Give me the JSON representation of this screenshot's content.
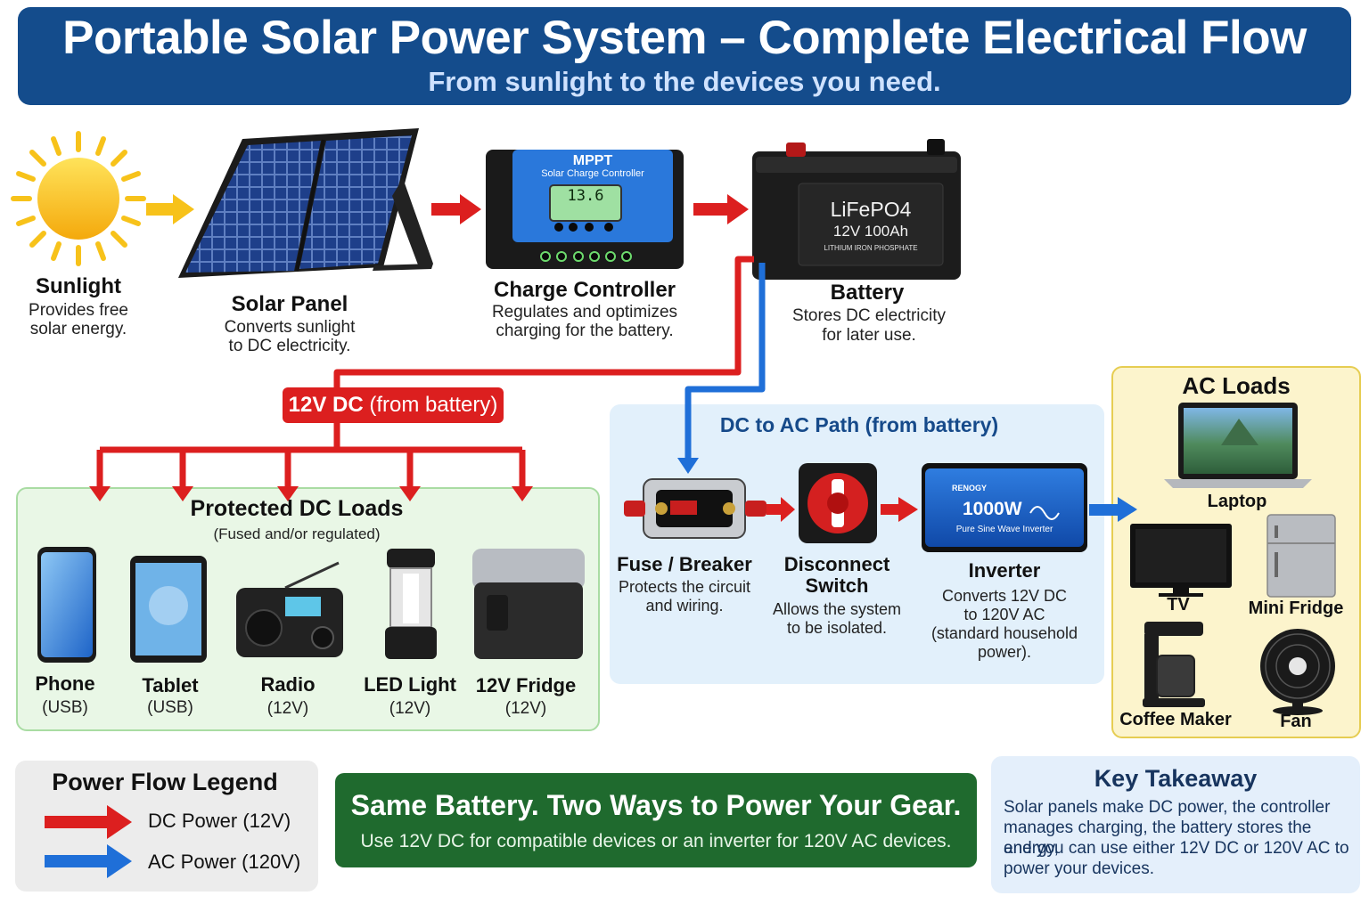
{
  "header": {
    "title": "Portable Solar Power System – Complete Electrical Flow",
    "subtitle": "From sunlight to the devices you need."
  },
  "colors": {
    "header_blue": "#144c8c",
    "dc_red": "#dc1f1f",
    "ac_blue": "#1f6fd8",
    "sun_yellow": "#f7c21a",
    "dc_panel_green": "#e9f7e6",
    "ac_loads_yellow": "#fcf4cc",
    "dark_green": "#1f6a2e"
  },
  "chain": {
    "sunlight": {
      "label": "Sunlight",
      "desc1": "Provides free",
      "desc2": "solar energy."
    },
    "panel": {
      "label": "Solar Panel",
      "desc1": "Converts sunlight",
      "desc2": "to DC electricity."
    },
    "controller": {
      "label": "Charge Controller",
      "desc1": "Regulates and optimizes",
      "desc2": "charging for the battery.",
      "device_title": "MPPT",
      "device_subtitle": "Solar Charge Controller",
      "display": "13.6"
    },
    "battery": {
      "label": "Battery",
      "desc1": "Stores DC electricity",
      "desc2": "for later use.",
      "chem": "LiFePO4",
      "rating": "12V 100Ah",
      "subtext": "LITHIUM IRON PHOSPHATE"
    }
  },
  "dc_branch": {
    "pill_bold": "12V DC",
    "pill_rest": "(from battery)",
    "title": "Protected DC Loads",
    "subtitle": "(Fused and/or regulated)",
    "devices": [
      {
        "name": "Phone",
        "spec": "(USB)"
      },
      {
        "name": "Tablet",
        "spec": "(USB)"
      },
      {
        "name": "Radio",
        "spec": "(12V)"
      },
      {
        "name": "LED Light",
        "spec": "(12V)"
      },
      {
        "name": "12V Fridge",
        "spec": "(12V)"
      }
    ]
  },
  "ac_path": {
    "title": "DC to AC Path (from battery)",
    "fuse": {
      "label": "Fuse / Breaker",
      "desc1": "Protects the circuit",
      "desc2": "and wiring."
    },
    "switch": {
      "label1": "Disconnect",
      "label2": "Switch",
      "desc1": "Allows the system",
      "desc2": "to be isolated."
    },
    "inverter": {
      "label": "Inverter",
      "desc1": "Converts 12V DC",
      "desc2": "to 120V AC",
      "desc3": "(standard household",
      "desc4": "power).",
      "brand": "RENOGY",
      "watt": "1000W",
      "type": "Pure Sine Wave Inverter"
    }
  },
  "ac_loads": {
    "title": "AC Loads",
    "items": [
      "Laptop",
      "TV",
      "Mini Fridge",
      "Coffee Maker",
      "Fan"
    ]
  },
  "legend": {
    "title": "Power Flow Legend",
    "dc": "DC Power (12V)",
    "ac": "AC Power (120V)"
  },
  "banner": {
    "headline": "Same Battery. Two Ways to Power Your Gear.",
    "sub": "Use 12V DC for compatible devices or an inverter for 120V AC devices."
  },
  "takeaway": {
    "title": "Key Takeaway",
    "line1": "Solar panels make DC power, the controller",
    "line2": "manages charging, the battery stores the energy,",
    "line3": "and you can use either 12V DC or 120V AC to",
    "line4": "power your devices."
  }
}
